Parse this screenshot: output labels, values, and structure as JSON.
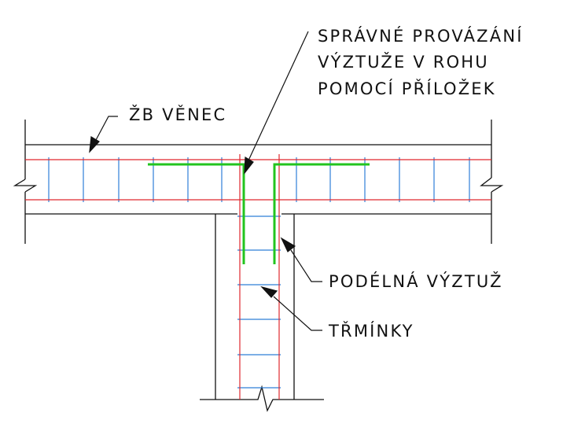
{
  "labels": {
    "correct_lap_line1": "SPRÁVNÉ PROVÁZÁNÍ",
    "correct_lap_line2": "VÝZTUŽE V ROHU",
    "correct_lap_line3": "POMOCÍ PŘÍLOŽEK",
    "ring_beam": "ŽB VĚNEC",
    "longitudinal_reinforcement": "PODÉLNÁ VÝZTUŽ",
    "stirrups": "TŘMÍNKY"
  },
  "colors": {
    "concrete_outline": "#111111",
    "longitudinal_bars": "#e0282e",
    "stirrups": "#2f7fd8",
    "lap_splice_bars": "#22c41e",
    "text": "#111111"
  }
}
